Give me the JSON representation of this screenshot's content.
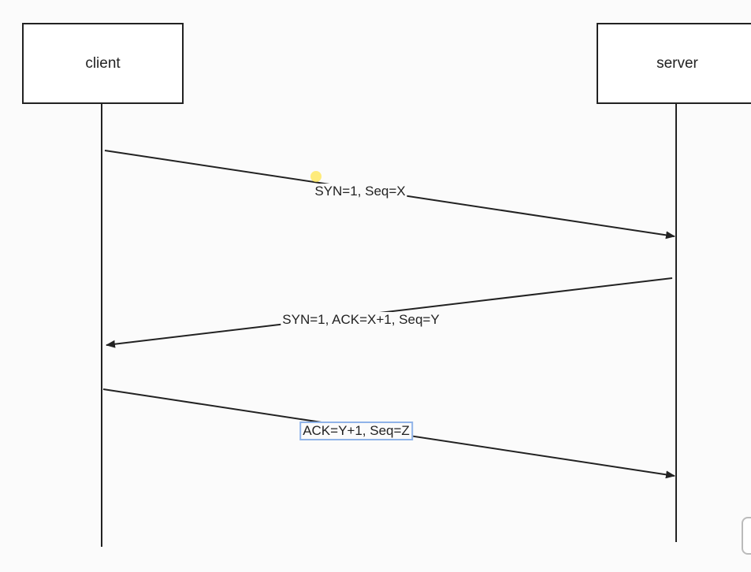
{
  "participants": {
    "client": "client",
    "server": "server"
  },
  "messages": [
    {
      "label": "SYN=1, Seq=X",
      "from": "client",
      "to": "server"
    },
    {
      "label": "SYN=1, ACK=X+1, Seq=Y",
      "from": "server",
      "to": "client"
    },
    {
      "label": "ACK=Y+1, Seq=Z",
      "from": "client",
      "to": "server",
      "selected": true
    }
  ],
  "colors": {
    "line": "#222222",
    "background": "#fbfbfb",
    "selection": "#8fb3e8"
  }
}
